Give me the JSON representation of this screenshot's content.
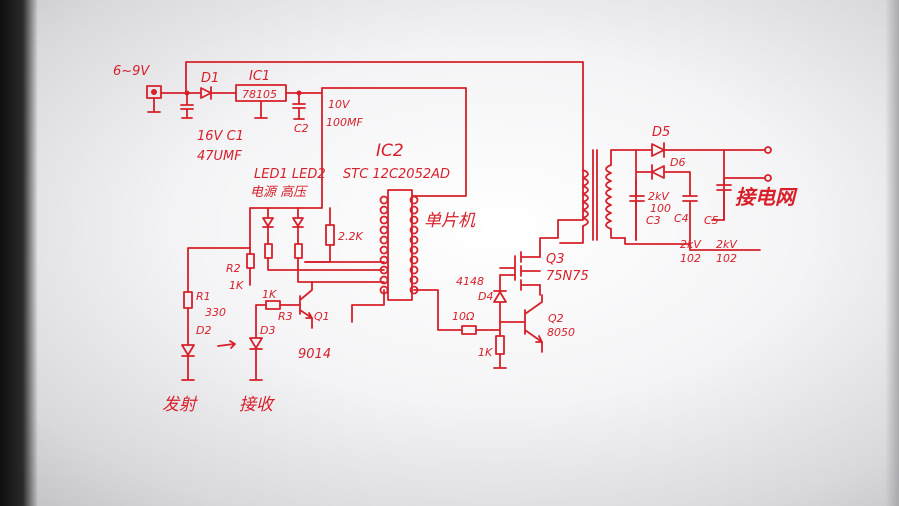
{
  "labels": {
    "supply": "6~9V",
    "d1": "D1",
    "ic1": "IC1",
    "ic1_part": "78105",
    "c1_value": "16V C1",
    "c1_cap": "47UMF",
    "c2_value": "10V",
    "c2_cap": "100MF",
    "c2": "C2",
    "ic2": "IC2",
    "ic2_part": "STC 12C2052AD",
    "mcu": "单片机",
    "led_labels": "LED1 LED2",
    "led_desc": "电源 高压",
    "r_22k": "2.2K",
    "r2": "R2",
    "r2_value": "1K",
    "r1": "R1",
    "r1_value": "330",
    "d2": "D2",
    "d3": "D3",
    "r3_value": "1K",
    "r3": "R3",
    "q1": "Q1",
    "q1_part": "9014",
    "tx_label": "发射",
    "rx_label": "接收",
    "d4_part": "4148",
    "d4": "D4",
    "r_10": "10Ω",
    "r_1k_b": "1K",
    "q2": "Q2",
    "q2_part": "8050",
    "q3": "Q3",
    "q3_part": "75N75",
    "d5": "D5",
    "d6": "D6",
    "c3_v": "2kV",
    "c3_val": "100",
    "c3": "C3",
    "c4": "C4",
    "c5": "C5",
    "grid_label": "接电网",
    "c4_v": "2kV",
    "c4_val": "102",
    "c5_v": "2kV",
    "c5_val": "102"
  }
}
